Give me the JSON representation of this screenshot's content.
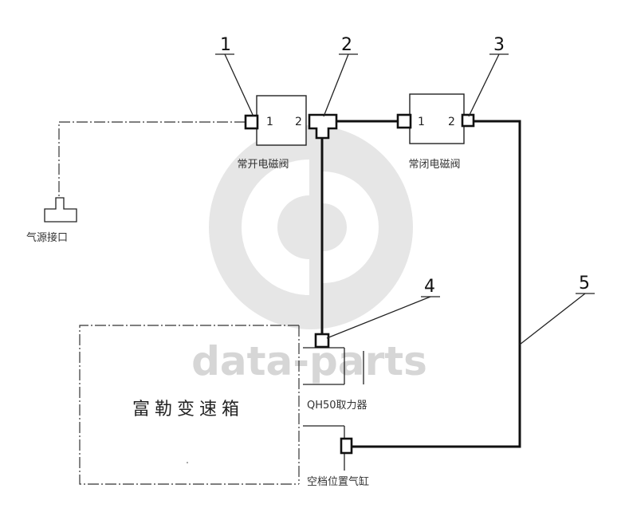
{
  "callouts": [
    "1",
    "2",
    "3",
    "4",
    "5"
  ],
  "valve_open": {
    "label": "常开电磁阀",
    "port_in": "1",
    "port_out": "2"
  },
  "valve_closed": {
    "label": "常闭电磁阀",
    "port_in": "1",
    "port_out": "2"
  },
  "air_source": {
    "label": "气源接口"
  },
  "gearbox": {
    "label": "富勒变速箱"
  },
  "pto": {
    "label": "QH50取力器"
  },
  "cylinder": {
    "label": "空档位置气缸"
  },
  "watermark": {
    "text": "data-parts",
    "color": "#d6d6d6"
  }
}
